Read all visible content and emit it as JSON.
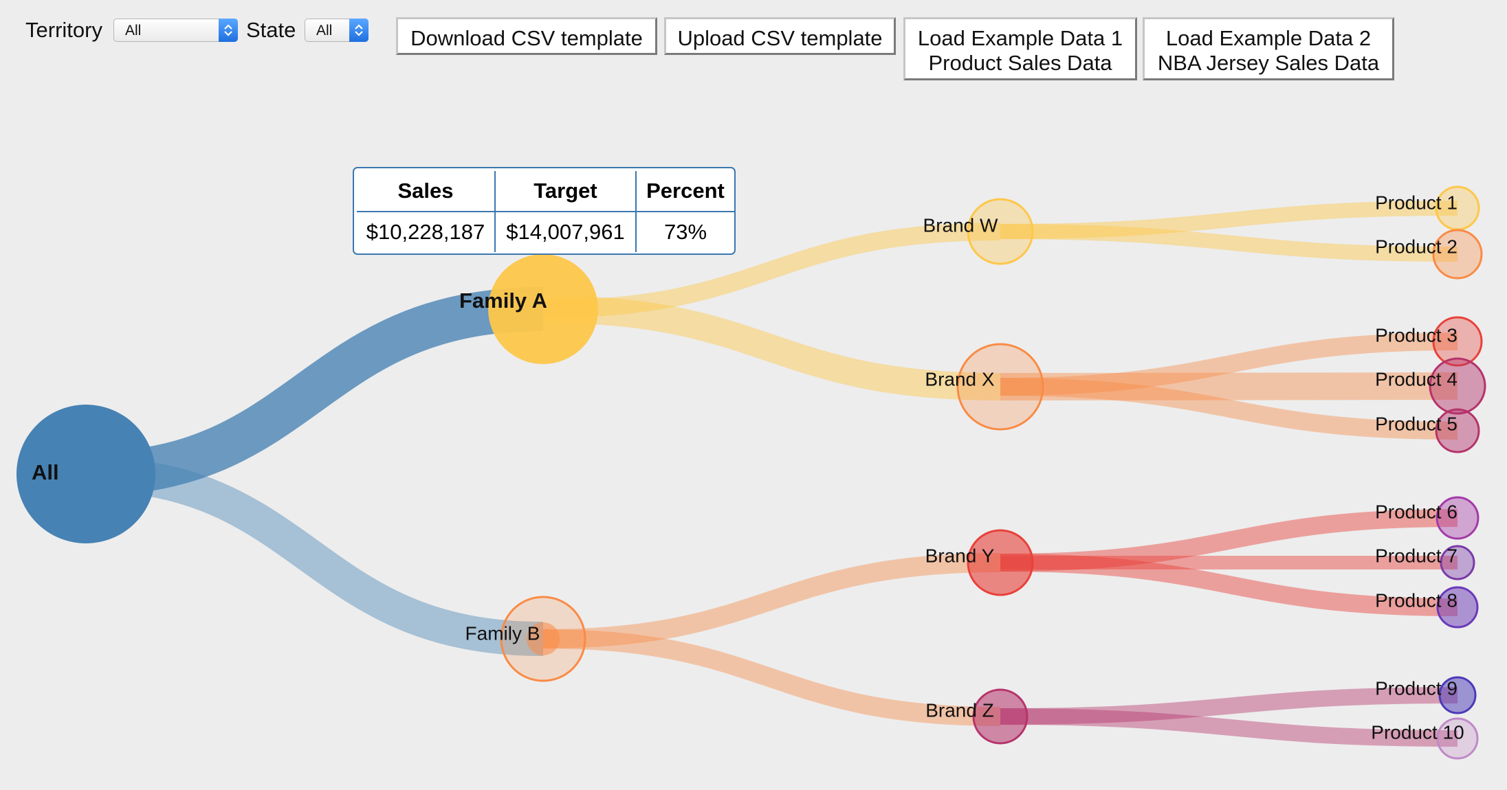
{
  "controls": {
    "territory_label": "Territory",
    "territory_value": "All",
    "state_label": "State",
    "state_value": "All",
    "buttons": [
      {
        "line1": "Download CSV template",
        "line2": ""
      },
      {
        "line1": "Upload CSV template",
        "line2": ""
      },
      {
        "line1": "Load Example Data 1",
        "line2": "Product Sales Data"
      },
      {
        "line1": "Load Example Data 2",
        "line2": "NBA Jersey Sales Data"
      }
    ]
  },
  "tooltip": {
    "headers": [
      "Sales",
      "Target",
      "Percent"
    ],
    "values": [
      "$10,228,187",
      "$14,007,961",
      "73%"
    ]
  },
  "tree": {
    "root": "All",
    "families": [
      "Family A",
      "Family B"
    ],
    "brands": [
      "Brand W",
      "Brand X",
      "Brand Y",
      "Brand Z"
    ],
    "products": [
      "Product 1",
      "Product 2",
      "Product 3",
      "Product 4",
      "Product 5",
      "Product 6",
      "Product 7",
      "Product 8",
      "Product 9",
      "Product 10"
    ]
  },
  "colors": {
    "background": "#ededed",
    "root": "#4682b4",
    "accent_border": "#3a77b0",
    "select_arrow": "#2f80ed"
  }
}
